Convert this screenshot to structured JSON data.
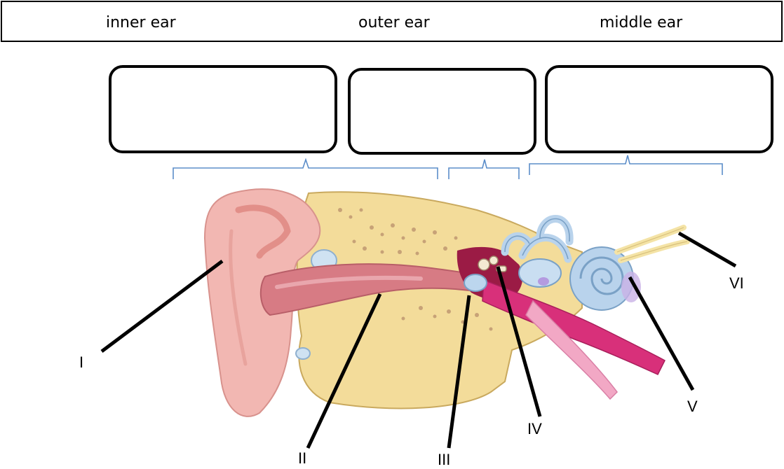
{
  "word_bank": {
    "words": [
      "inner ear",
      "outer ear",
      "middle ear"
    ]
  },
  "answer_boxes": [
    {
      "id": "box-1",
      "value": ""
    },
    {
      "id": "box-2",
      "value": ""
    },
    {
      "id": "box-3",
      "value": ""
    }
  ],
  "labels": {
    "l1": "I",
    "l2": "II",
    "l3": "III",
    "l4": "IV",
    "l5": "V",
    "l6": "VI"
  },
  "colors": {
    "bracket": "#5b8dc9",
    "pinna": "#f2b7b2",
    "bone": "#f3dc9a",
    "canal": "#d77b84",
    "tube": "#d8307a",
    "cochlea": "#b9d3ec"
  }
}
